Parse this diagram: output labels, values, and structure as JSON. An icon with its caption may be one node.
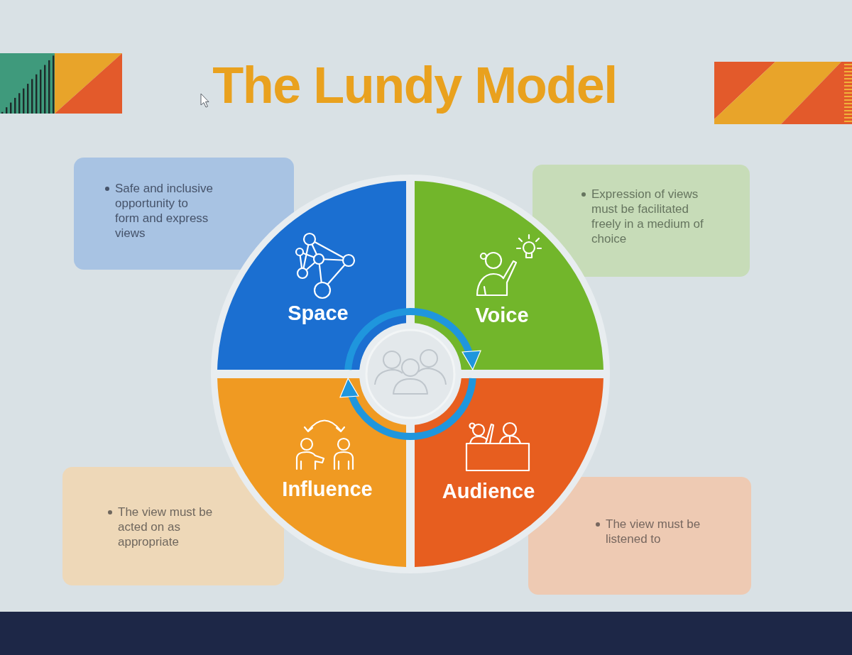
{
  "diagram": {
    "title": "The Lundy Model",
    "nodes": [
      {
        "text": [
          "Safe and inclusive opportunity to form and express views"
        ]
      },
      {
        "text": [
          "Expression of views must be facilitated freely in a medium of choice"
        ]
      },
      {
        "text": [
          "Space"
        ]
      },
      {
        "text": [
          "Voice"
        ]
      },
      {
        "text": [
          "Influence"
        ]
      },
      {
        "text": [
          "Audience"
        ]
      },
      {
        "text": [
          "The view must be acted on as appropriate"
        ]
      },
      {
        "text": [
          "The view must be listened to"
        ]
      },
      {
        "text": [],
        "shape": "bar"
      }
    ],
    "edges": [
      {
        "from": 2,
        "to": 3,
        "arrow": "to"
      },
      {
        "from": 5,
        "to": 4,
        "arrow": "to"
      }
    ]
  }
}
